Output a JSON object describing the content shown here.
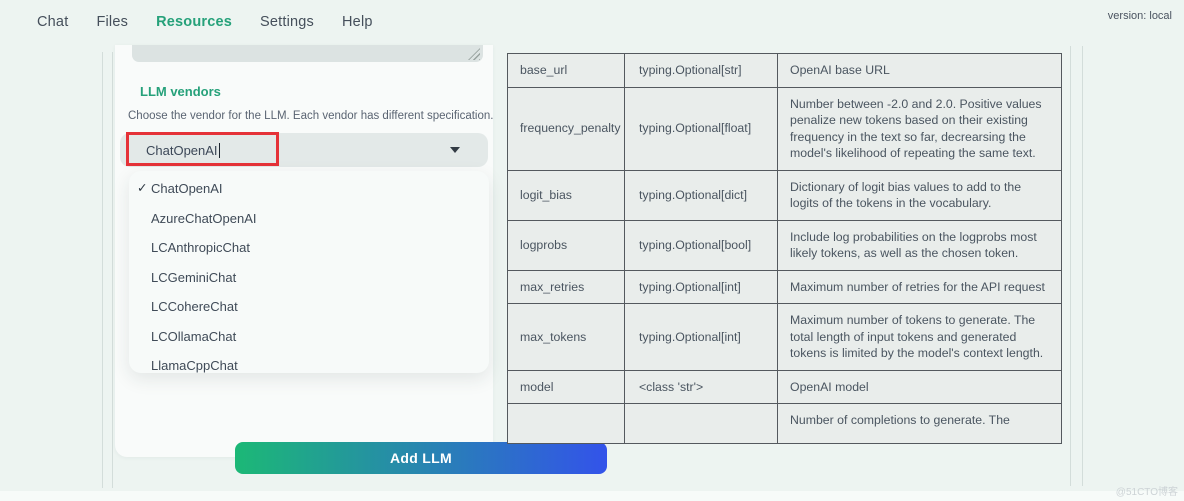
{
  "nav": {
    "items": [
      {
        "label": "Chat",
        "active": false
      },
      {
        "label": "Files",
        "active": false
      },
      {
        "label": "Resources",
        "active": true
      },
      {
        "label": "Settings",
        "active": false
      },
      {
        "label": "Help",
        "active": false
      }
    ],
    "version": "version: local"
  },
  "panel": {
    "section_title": "LLM vendors",
    "section_desc": "Choose the vendor for the LLM. Each vendor has different specification.",
    "vendor_input_value": "ChatOpenAI",
    "vendor_options": [
      {
        "label": "ChatOpenAI",
        "selected": true
      },
      {
        "label": "AzureChatOpenAI",
        "selected": false
      },
      {
        "label": "LCAnthropicChat",
        "selected": false
      },
      {
        "label": "LCGeminiChat",
        "selected": false
      },
      {
        "label": "LCCohereChat",
        "selected": false
      },
      {
        "label": "LCOllamaChat",
        "selected": false
      },
      {
        "label": "LlamaCppChat",
        "selected": false
      }
    ],
    "add_button_label": "Add LLM"
  },
  "icons": {
    "check": "✓",
    "dropdown_caret": "chevron-down"
  },
  "spec_table": {
    "rows": [
      {
        "param": "base_url",
        "type": "typing.Optional[str]",
        "desc": "OpenAI base URL"
      },
      {
        "param": "frequency_penalty",
        "type": "typing.Optional[float]",
        "desc": "Number between -2.0 and 2.0. Positive values penalize new tokens based on their existing frequency in the text so far, decrearsing the model's likelihood of repeating the same text."
      },
      {
        "param": "logit_bias",
        "type": "typing.Optional[dict]",
        "desc": "Dictionary of logit bias values to add to the logits of the tokens in the vocabulary."
      },
      {
        "param": "logprobs",
        "type": "typing.Optional[bool]",
        "desc": "Include log probabilities on the logprobs most likely tokens, as well as the chosen token."
      },
      {
        "param": "max_retries",
        "type": "typing.Optional[int]",
        "desc": "Maximum number of retries for the API request"
      },
      {
        "param": "max_tokens",
        "type": "typing.Optional[int]",
        "desc": "Maximum number of tokens to generate. The total length of input tokens and generated tokens is limited by the model's context length."
      },
      {
        "param": "model",
        "type": "<class 'str'>",
        "desc": "OpenAI model"
      },
      {
        "param": "",
        "type": "",
        "desc": "Number of completions to generate. The",
        "partial": true
      }
    ]
  },
  "watermark": "@51CTO博客",
  "colors": {
    "page_bg": "#edf4f1",
    "card_bg": "#f9fbfa",
    "input_bg": "#e3e9e8",
    "menu_bg": "#f7faf9",
    "accent_green": "#26a17a",
    "red_annotation": "#e53238",
    "btn_grad_start": "#1cb876",
    "btn_grad_end": "#3353ea",
    "table_cell_bg": "#e9edeb",
    "table_border": "#54595e"
  }
}
